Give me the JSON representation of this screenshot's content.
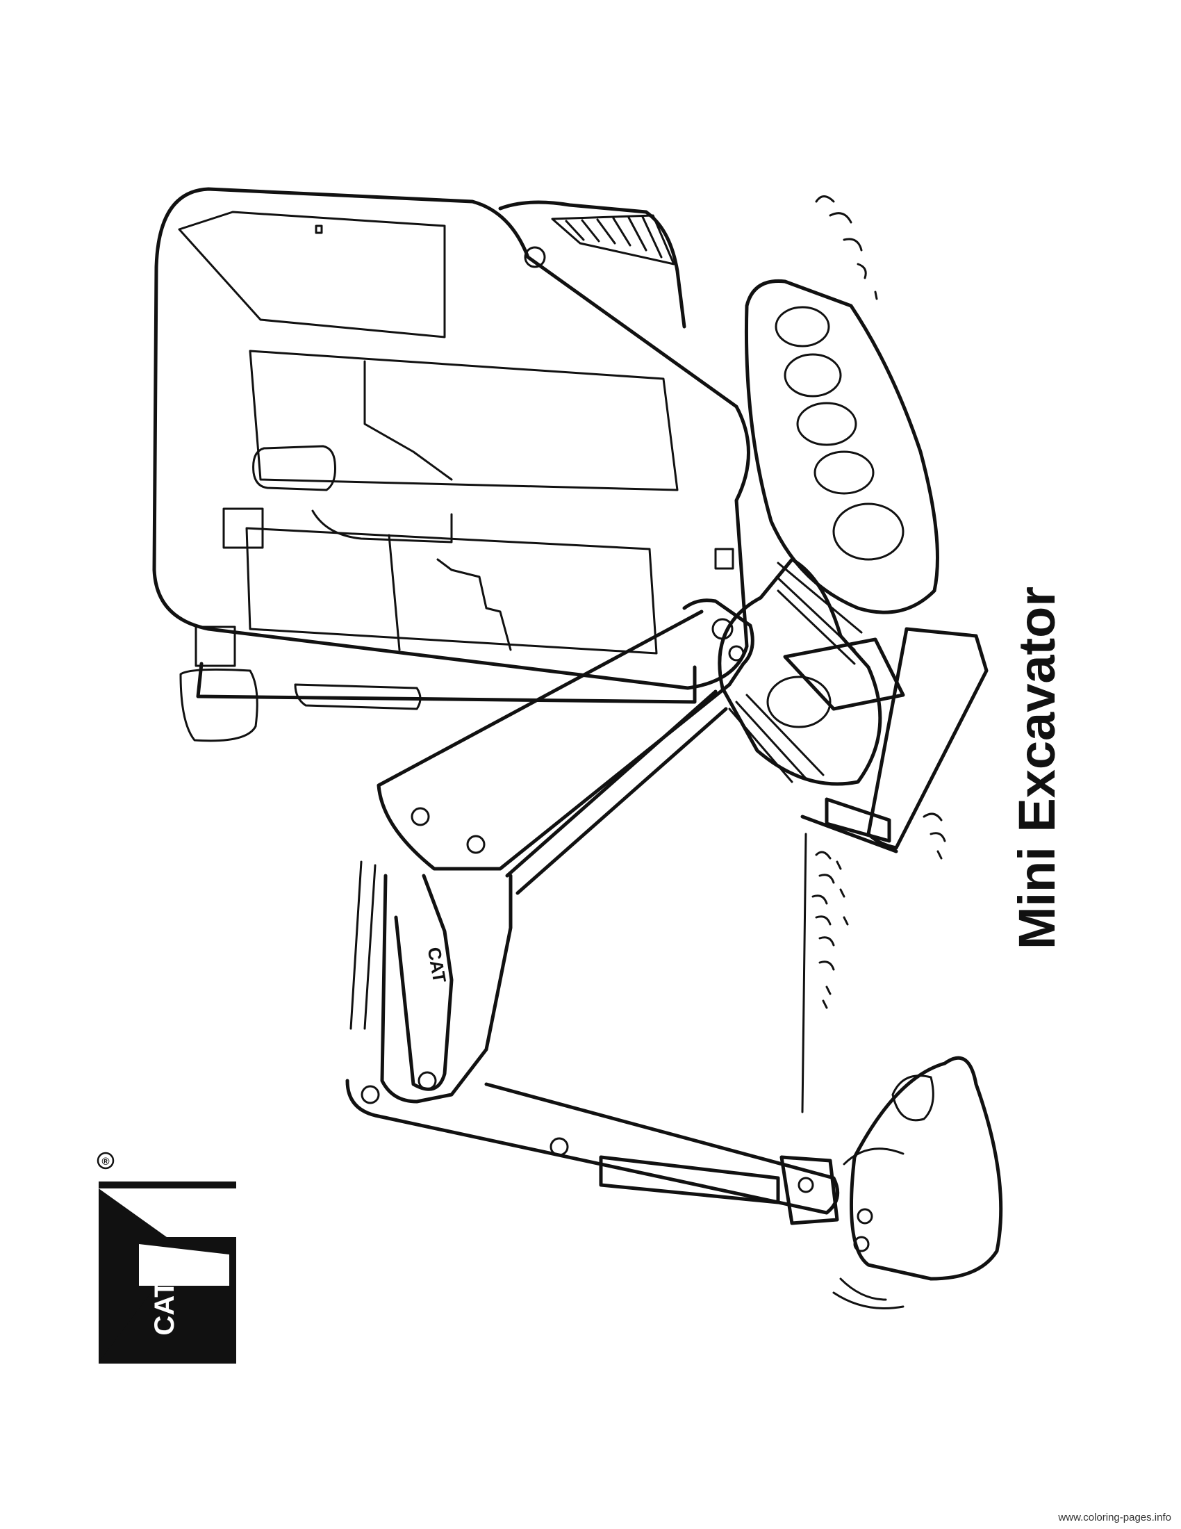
{
  "caption": "Mini Excavator",
  "logo": {
    "text": "CAT",
    "boom_decal": "CAT",
    "registered_mark": "®"
  },
  "footer": "www.coloring-pages.info",
  "colors": {
    "ink": "#111111",
    "paper": "#ffffff"
  }
}
